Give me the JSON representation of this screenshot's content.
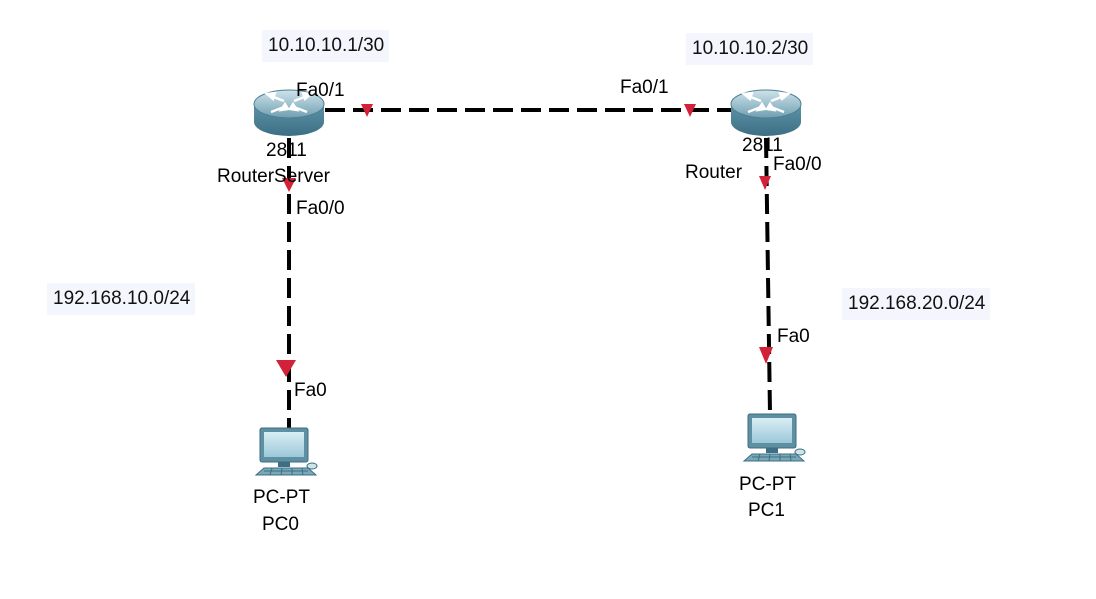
{
  "notes": {
    "server_wan": "10.10.10.1/30",
    "remote_wan": "10.10.10.2/30",
    "lan_left": "192.168.10.0/24",
    "lan_right": "192.168.20.0/24"
  },
  "devices": {
    "router_server": {
      "model": "2811",
      "name": "RouterServer",
      "icon": "router-icon"
    },
    "router_remote": {
      "model": "2811",
      "name": "Router",
      "icon": "router-icon"
    },
    "pc0": {
      "model": "PC-PT",
      "name": "PC0",
      "icon": "pc-icon"
    },
    "pc1": {
      "model": "PC-PT",
      "name": "PC1",
      "icon": "pc-icon"
    }
  },
  "ports": {
    "rs_fa01": "Fa0/1",
    "rr_fa01": "Fa0/1",
    "rs_fa00": "Fa0/0",
    "rr_fa00": "Fa0/0",
    "pc0_fa0": "Fa0",
    "pc1_fa0": "Fa0"
  },
  "colors": {
    "link": "#000000",
    "link_marker": "#d4213a",
    "router_body": "#5e8fa3",
    "note_bg": "#f3f6fc"
  }
}
